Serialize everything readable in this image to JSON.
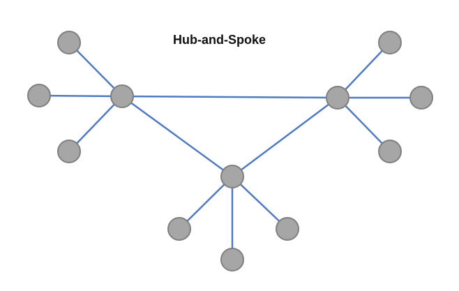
{
  "title": "Hub-and-Spoke",
  "colors": {
    "edge": "#4f7ac0",
    "node_fill": "#a6a6a6",
    "node_stroke": "#7f7f7f",
    "title": "#111111"
  },
  "nodes": [
    {
      "id": "hub-left",
      "kind": "hub"
    },
    {
      "id": "hub-right",
      "kind": "hub"
    },
    {
      "id": "hub-bottom",
      "kind": "hub"
    },
    {
      "id": "spoke-left-top",
      "kind": "spoke"
    },
    {
      "id": "spoke-left-middle",
      "kind": "spoke"
    },
    {
      "id": "spoke-left-bottom",
      "kind": "spoke"
    },
    {
      "id": "spoke-right-top",
      "kind": "spoke"
    },
    {
      "id": "spoke-right-middle",
      "kind": "spoke"
    },
    {
      "id": "spoke-right-bottom",
      "kind": "spoke"
    },
    {
      "id": "spoke-bottom-left",
      "kind": "spoke"
    },
    {
      "id": "spoke-bottom-center",
      "kind": "spoke"
    },
    {
      "id": "spoke-bottom-right",
      "kind": "spoke"
    }
  ],
  "edges": [
    [
      "hub-left",
      "hub-right"
    ],
    [
      "hub-left",
      "hub-bottom"
    ],
    [
      "hub-right",
      "hub-bottom"
    ],
    [
      "hub-left",
      "spoke-left-top"
    ],
    [
      "hub-left",
      "spoke-left-middle"
    ],
    [
      "hub-left",
      "spoke-left-bottom"
    ],
    [
      "hub-right",
      "spoke-right-top"
    ],
    [
      "hub-right",
      "spoke-right-middle"
    ],
    [
      "hub-right",
      "spoke-right-bottom"
    ],
    [
      "hub-bottom",
      "spoke-bottom-left"
    ],
    [
      "hub-bottom",
      "spoke-bottom-center"
    ],
    [
      "hub-bottom",
      "spoke-bottom-right"
    ]
  ]
}
